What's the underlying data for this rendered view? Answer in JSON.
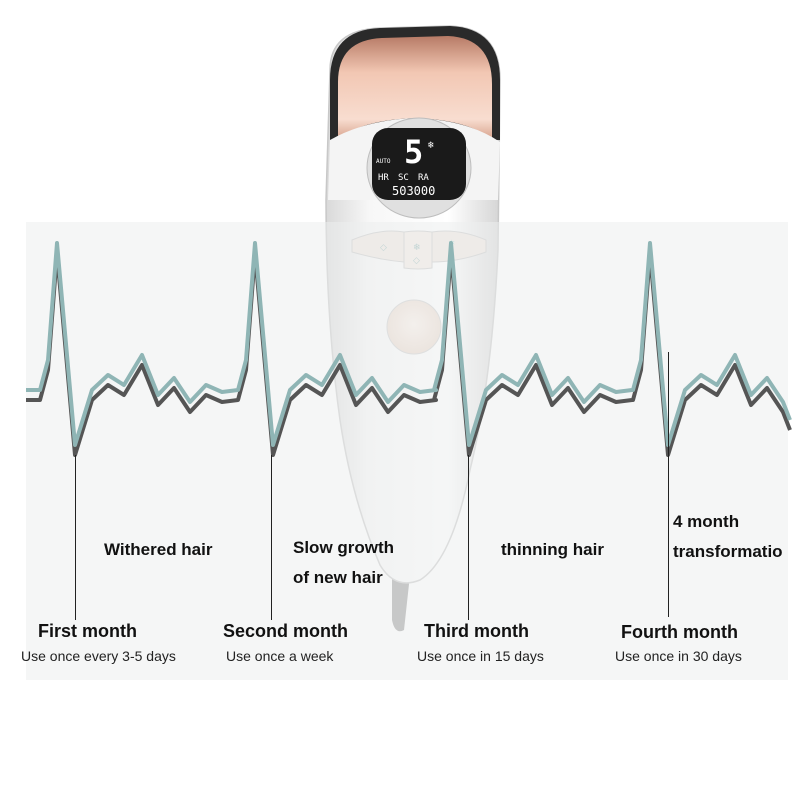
{
  "device": {
    "mode_indicator": "AUTO",
    "level": "5",
    "snowflake": "❄",
    "mode_codes": [
      "HR",
      "SC",
      "RA"
    ],
    "flash_count": "503000"
  },
  "timeline": [
    {
      "stage": [
        "Withered hair"
      ],
      "month": "First month",
      "frequency": "Use once every 3-5 days"
    },
    {
      "stage": [
        "Slow growth",
        "of new hair"
      ],
      "month": "Second month",
      "frequency": "Use once a week"
    },
    {
      "stage": [
        "thinning hair"
      ],
      "month": "Third month",
      "frequency": "Use once in 15 days"
    },
    {
      "stage": [
        "4 month",
        "transformatio"
      ],
      "month": "Fourth month",
      "frequency": "Use once in 30 days"
    }
  ],
  "colors": {
    "wave_front": "#8fb5b5",
    "wave_back": "#555555",
    "device_body": "#f2f2f2",
    "device_cap": "#e9b7a0",
    "lcd_bg": "#1a1a1a"
  }
}
